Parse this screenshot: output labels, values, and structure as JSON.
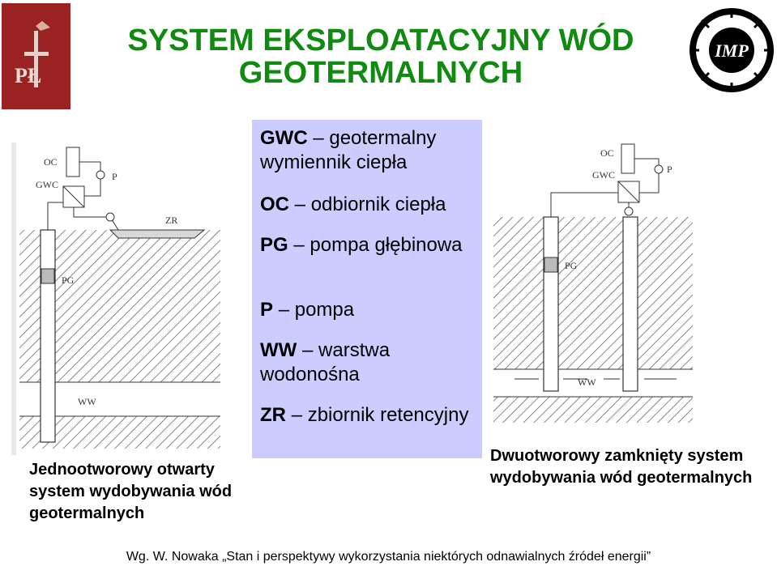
{
  "title": "SYSTEM EKSPLOATACYJNY WÓD GEOTERMALNYCH",
  "logos": {
    "left_text": "PŁ",
    "right_text": "IMP"
  },
  "legend": {
    "items": [
      {
        "code": "GWC",
        "text": "geotermalny wymiennik ciepła"
      },
      {
        "code": "OC",
        "text": "odbiornik ciepła"
      },
      {
        "code": "PG",
        "text": "pompa głębinowa"
      },
      {
        "code": "P",
        "text": "pompa"
      },
      {
        "code": "WW",
        "text": "warstwa wodonośna"
      },
      {
        "code": "ZR",
        "text": "zbiornik retencyjny"
      }
    ],
    "dash": "–"
  },
  "diagram_left": {
    "labels": {
      "oc": "OC",
      "gwc": "GWC",
      "p": "P",
      "zr": "ZR",
      "pg": "PG",
      "ww": "WW"
    },
    "caption": "Jednootworowy otwarty system wydobywania wód geotermalnych"
  },
  "diagram_right": {
    "labels": {
      "oc": "OC",
      "gwc": "GWC",
      "p": "P",
      "pg": "PG",
      "ww": "WW"
    },
    "caption": "Dwuotworowy zamknięty system wydobywania wód geotermalnych"
  },
  "footer": "Wg. W. Nowaka „Stan i  perspektywy wykorzystania niektórych odnawialnych źródeł energii”"
}
